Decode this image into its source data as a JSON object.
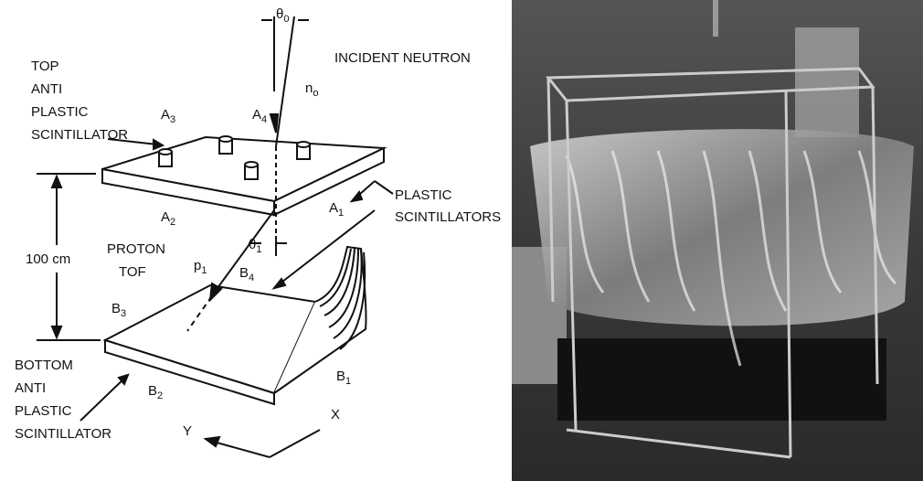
{
  "diagram": {
    "top_anti": [
      "TOP",
      "ANTI",
      "PLASTIC",
      "SCINTILLATOR"
    ],
    "incident_neutron": "INCIDENT NEUTRON",
    "theta0": {
      "sym": "θ",
      "sub": "0"
    },
    "n0": {
      "sym": "n",
      "sub": "o"
    },
    "a1": {
      "sym": "A",
      "sub": "1"
    },
    "a2": {
      "sym": "A",
      "sub": "2"
    },
    "a3": {
      "sym": "A",
      "sub": "3"
    },
    "a4": {
      "sym": "A",
      "sub": "4"
    },
    "plastic_scintillators": [
      "PLASTIC",
      "SCINTILLATORS"
    ],
    "distance": "100 cm",
    "proton_tof": [
      "PROTON",
      "TOF"
    ],
    "p1": {
      "sym": "p",
      "sub": "1"
    },
    "theta1": {
      "sym": "θ",
      "sub": "1"
    },
    "b1": {
      "sym": "B",
      "sub": "1"
    },
    "b2": {
      "sym": "B",
      "sub": "2"
    },
    "b3": {
      "sym": "B",
      "sub": "3"
    },
    "b4": {
      "sym": "B",
      "sub": "4"
    },
    "bottom_anti": [
      "BOTTOM",
      "ANTI",
      "PLASTIC",
      "SCINTILLATOR"
    ],
    "x_axis": "X",
    "y_axis": "Y"
  }
}
